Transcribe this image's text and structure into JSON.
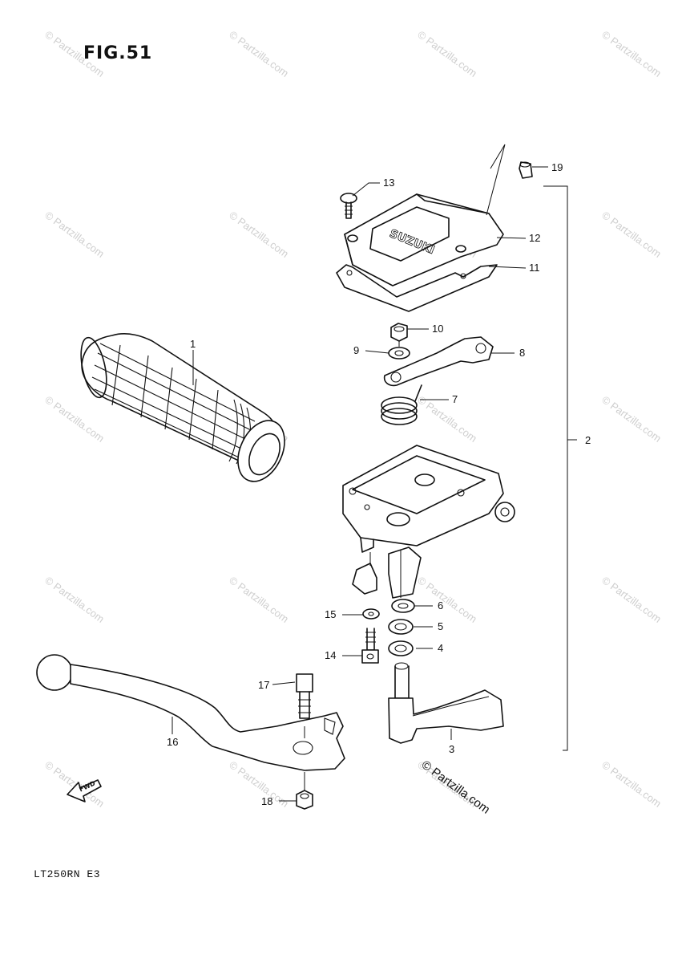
{
  "figure": {
    "title": "FIG.51",
    "model_code": "LT250RN  E3"
  },
  "watermark": {
    "text": "© Partzilla.com",
    "rows": 5,
    "cols": 4
  },
  "credit": "© Partzilla.com",
  "emblem_text": "SUZUKI",
  "fwd_arrow_label": "FWD",
  "callouts": [
    {
      "id": "1",
      "label": "1"
    },
    {
      "id": "2",
      "label": "2"
    },
    {
      "id": "3",
      "label": "3"
    },
    {
      "id": "4",
      "label": "4"
    },
    {
      "id": "5",
      "label": "5"
    },
    {
      "id": "6",
      "label": "6"
    },
    {
      "id": "7",
      "label": "7"
    },
    {
      "id": "8",
      "label": "8"
    },
    {
      "id": "9",
      "label": "9"
    },
    {
      "id": "10",
      "label": "10"
    },
    {
      "id": "11",
      "label": "11"
    },
    {
      "id": "12",
      "label": "12"
    },
    {
      "id": "13",
      "label": "13"
    },
    {
      "id": "14",
      "label": "14"
    },
    {
      "id": "15",
      "label": "15"
    },
    {
      "id": "16",
      "label": "16"
    },
    {
      "id": "17",
      "label": "17"
    },
    {
      "id": "18",
      "label": "18"
    },
    {
      "id": "19",
      "label": "19"
    }
  ]
}
